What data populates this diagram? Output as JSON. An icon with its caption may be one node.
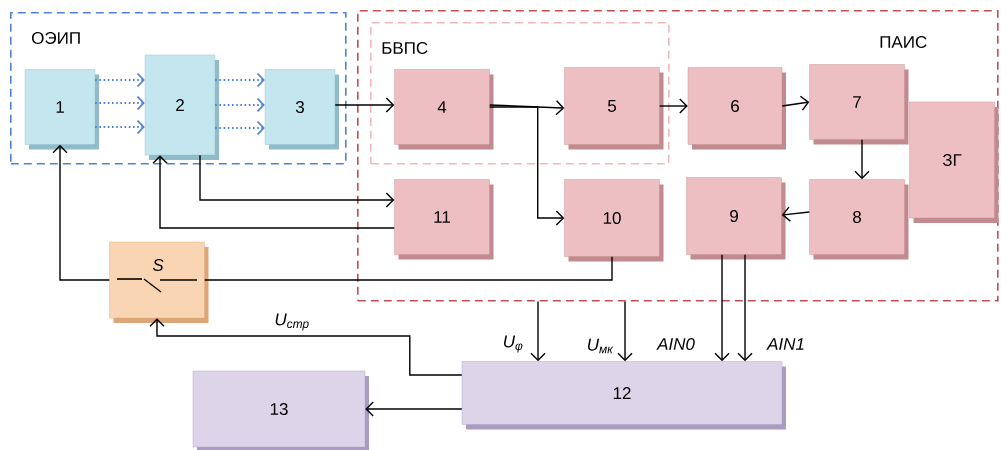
{
  "diagram": {
    "nodes": [
      {
        "text": [
          "ОЭИП"
        ]
      },
      {
        "text": [
          "ПАИС"
        ]
      },
      {
        "text": [
          "БВПС"
        ],
        "in": 1
      },
      {
        "text": [
          "1"
        ],
        "in": 0
      },
      {
        "text": [
          "2"
        ],
        "in": 0
      },
      {
        "text": [
          "3"
        ],
        "in": 0
      },
      {
        "text": [
          "4"
        ],
        "in": 2
      },
      {
        "text": [
          "5"
        ],
        "in": 2
      },
      {
        "text": [
          "6"
        ],
        "in": 1
      },
      {
        "text": [
          "7"
        ],
        "in": 1
      },
      {
        "text": [
          "ЗГ"
        ],
        "in": 1
      },
      {
        "text": [
          "11"
        ],
        "in": 1
      },
      {
        "text": [
          "10"
        ],
        "in": 1
      },
      {
        "text": [
          "9"
        ],
        "in": 1
      },
      {
        "text": [
          "8"
        ],
        "in": 1
      },
      {
        "text": [
          "S"
        ]
      },
      {
        "text": [
          "12"
        ]
      },
      {
        "text": [
          "13"
        ]
      }
    ],
    "edges": [
      {
        "from": 3,
        "to": 4,
        "arrow": "to",
        "style": "dashed",
        "color": "#4f81d8"
      },
      {
        "from": 3,
        "to": 4,
        "arrow": "to",
        "style": "dashed",
        "color": "#4f81d8"
      },
      {
        "from": 3,
        "to": 4,
        "arrow": "to",
        "style": "dashed",
        "color": "#4f81d8"
      },
      {
        "from": 4,
        "to": 5,
        "arrow": "to",
        "style": "dashed",
        "color": "#4f81d8"
      },
      {
        "from": 4,
        "to": 5,
        "arrow": "to",
        "style": "dashed",
        "color": "#4f81d8"
      },
      {
        "from": 4,
        "to": 5,
        "arrow": "to",
        "style": "dashed",
        "color": "#4f81d8"
      },
      {
        "from": 5,
        "to": 6,
        "arrow": "to"
      },
      {
        "from": 6,
        "to": 7,
        "arrow": "to"
      },
      {
        "from": 6,
        "to": 12,
        "arrow": "to"
      },
      {
        "from": 7,
        "to": 8,
        "arrow": "to"
      },
      {
        "from": 8,
        "to": 9,
        "arrow": "to"
      },
      {
        "from": 9,
        "to": 14,
        "arrow": "to"
      },
      {
        "from": 14,
        "to": 13,
        "arrow": "to"
      },
      {
        "from": 4,
        "to": 11,
        "arrow": "to"
      },
      {
        "from": 11,
        "to": 4,
        "arrow": "to"
      },
      {
        "from": 12,
        "to": 15,
        "arrow": "none"
      },
      {
        "from": 15,
        "to": 3,
        "arrow": "to"
      },
      {
        "from": 16,
        "to": 15,
        "arrow": "to",
        "label": "U$_{стр}$"
      },
      {
        "from": 16,
        "to": 17,
        "arrow": "to"
      },
      {
        "from": 13,
        "to": 16,
        "arrow": "to",
        "label": "AIN0"
      },
      {
        "from": 13,
        "to": 16,
        "arrow": "to",
        "label": "AIN1"
      },
      {
        "from": 1,
        "to": 16,
        "arrow": "to",
        "label": "U$_{φ}$"
      },
      {
        "from": 1,
        "to": 16,
        "arrow": "to",
        "label": "U$_{мк}$"
      }
    ]
  }
}
